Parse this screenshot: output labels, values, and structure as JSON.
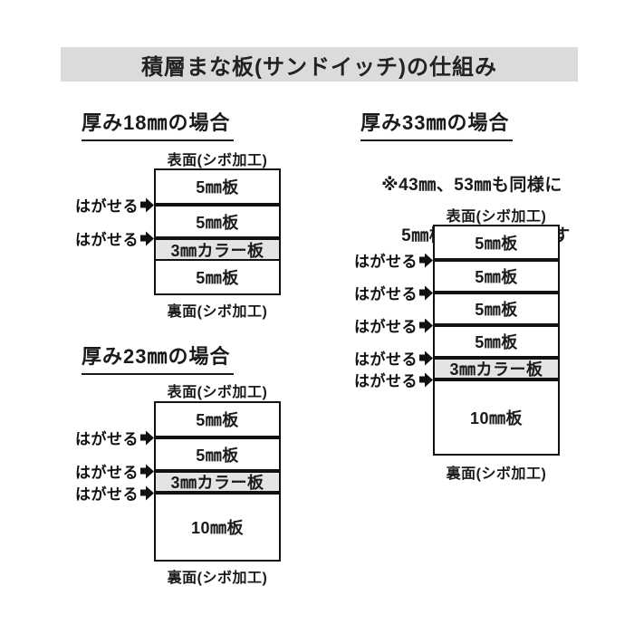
{
  "title": "積層まな板(サンドイッチ)の仕組み",
  "labels": {
    "front": "表面(シボ加工)",
    "back": "裏面(シボ加工)",
    "peel": "はがせる"
  },
  "colors": {
    "title_bar_bg": "#dbdbdb",
    "color_plate_bg": "#e4e4e4",
    "line": "#111111"
  },
  "diagrams": [
    {
      "heading": "厚み18㎜の場合",
      "front_label": "表面(シボ加工)",
      "back_label": "裏面(シボ加工)",
      "layers": [
        {
          "label": "5㎜板"
        },
        {
          "label": "5㎜板"
        },
        {
          "label": "3㎜カラー板"
        },
        {
          "label": "5㎜板"
        }
      ],
      "peel_arrow_count": 2
    },
    {
      "heading": "厚み23㎜の場合",
      "front_label": "表面(シボ加工)",
      "back_label": "裏面(シボ加工)",
      "layers": [
        {
          "label": "5㎜板"
        },
        {
          "label": "5㎜板"
        },
        {
          "label": "3㎜カラー板"
        },
        {
          "label": "10㎜板"
        }
      ],
      "peel_arrow_count": 3
    },
    {
      "heading": "厚み33㎜の場合",
      "note_line1": "※43㎜、53㎜も同様に",
      "note_line2": "5㎜板の枚数を増やす",
      "front_label": "表面(シボ加工)",
      "back_label": "裏面(シボ加工)",
      "layers": [
        {
          "label": "5㎜板"
        },
        {
          "label": "5㎜板"
        },
        {
          "label": "5㎜板"
        },
        {
          "label": "5㎜板"
        },
        {
          "label": "3㎜カラー板"
        },
        {
          "label": "10㎜板"
        }
      ],
      "peel_arrow_count": 5
    }
  ]
}
